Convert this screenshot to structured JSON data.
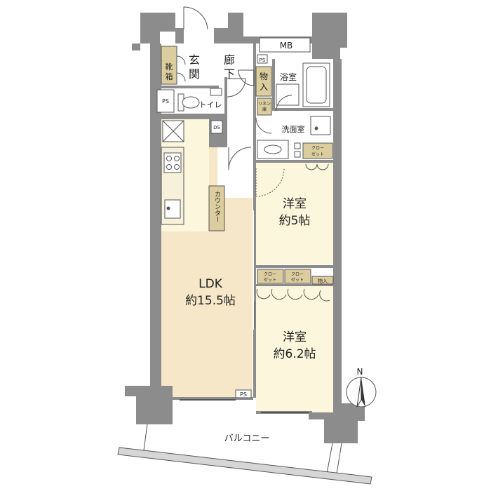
{
  "labels": {
    "genkan_1": "玄",
    "genkan_2": "関",
    "rouka_1": "廊",
    "rouka_2": "下",
    "kutsubako_1": "靴",
    "kutsubako_2": "箱",
    "mb": "MB",
    "ps": "PS",
    "monoire_1": "物",
    "monoire_2": "入",
    "yokushitsu": "浴室",
    "toilet": "トイレ",
    "linen_1": "リネン",
    "linen_2": "庫",
    "senmenshitsu": "洗面室",
    "ds": "DS",
    "closet_1": "クロー",
    "closet_2": "ゼット",
    "counter": "カウンター",
    "youshitsu": "洋室",
    "youshitsu1_size": "約5帖",
    "youshitsu2_size": "約6.2帖",
    "ldk": "LDK",
    "ldk_size": "約15.5帖",
    "monoire": "物入",
    "balcony": "バルコニー",
    "north": "N"
  },
  "colors": {
    "wall": "#8c8c8c",
    "room_fill": "#fbf6dc",
    "ldk_fill": "#f6e7c8",
    "storage_fill": "#dccd9e",
    "outline": "#555555"
  }
}
